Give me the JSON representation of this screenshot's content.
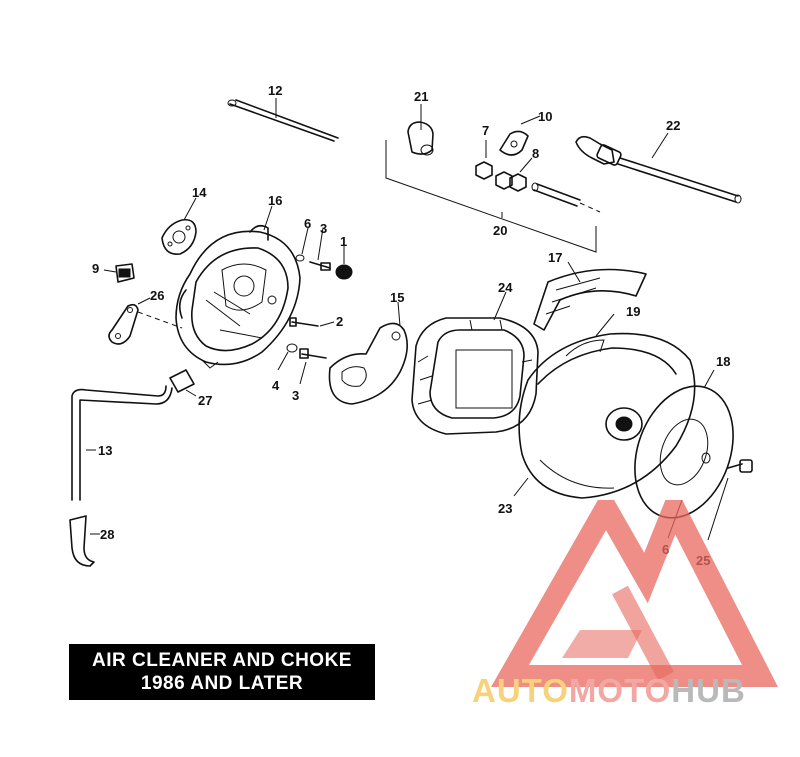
{
  "diagram": {
    "title_line1": "AIR CLEANER AND CHOKE",
    "title_line2": "1986 AND LATER",
    "callouts": {
      "c1": "1",
      "c2": "2",
      "c3a": "3",
      "c3b": "3",
      "c4": "4",
      "c6a": "6",
      "c6b": "6",
      "c7": "7",
      "c8": "8",
      "c9": "9",
      "c10": "10",
      "c12": "12",
      "c13": "13",
      "c14": "14",
      "c15": "15",
      "c16": "16",
      "c17": "17",
      "c18": "18",
      "c19": "19",
      "c20": "20",
      "c21": "21",
      "c22": "22",
      "c23": "23",
      "c24": "24",
      "c25": "25",
      "c26": "26",
      "c27": "27",
      "c28": "28"
    }
  },
  "watermark": {
    "part1": "AUTO",
    "part2": "MOTO",
    "part3": "HUB",
    "colors": {
      "auto": "#f7d27a",
      "moto": "#f2a7a2",
      "hub": "#b9b9b9",
      "logo": "#e8685e"
    }
  }
}
